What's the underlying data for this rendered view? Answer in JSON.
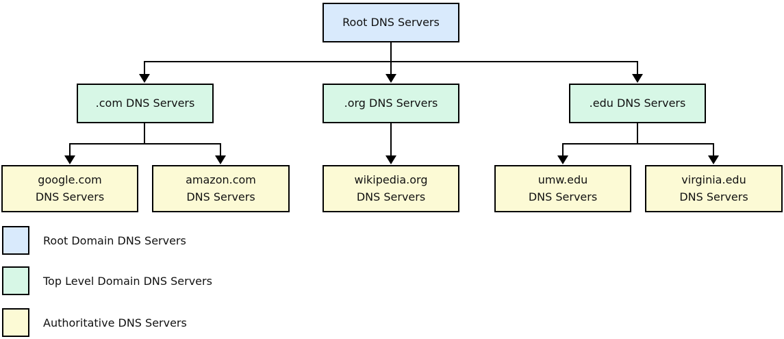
{
  "diagram": {
    "title_hint": "DNS server hierarchy",
    "nodes": {
      "root": {
        "label": "Root DNS Servers"
      },
      "com": {
        "label": ".com DNS Servers"
      },
      "org": {
        "label": ".org DNS Servers"
      },
      "edu": {
        "label": ".edu DNS Servers"
      },
      "google": {
        "line1": "google.com",
        "line2": "DNS Servers"
      },
      "amazon": {
        "line1": "amazon.com",
        "line2": "DNS Servers"
      },
      "wikipedia": {
        "line1": "wikipedia.org",
        "line2": "DNS Servers"
      },
      "umw": {
        "line1": "umw.edu",
        "line2": "DNS Servers"
      },
      "virginia": {
        "line1": "virginia.edu",
        "line2": "DNS Servers"
      }
    },
    "legend": [
      {
        "label": "Root Domain DNS Servers"
      },
      {
        "label": "Top Level Domain DNS Servers"
      },
      {
        "label": "Authoritative DNS Servers"
      }
    ],
    "colors": {
      "root_fill": "#d9eafc",
      "tld_fill": "#d7f7e6",
      "auth_fill": "#fcfad5",
      "border": "#000000",
      "connector": "#000000"
    }
  }
}
